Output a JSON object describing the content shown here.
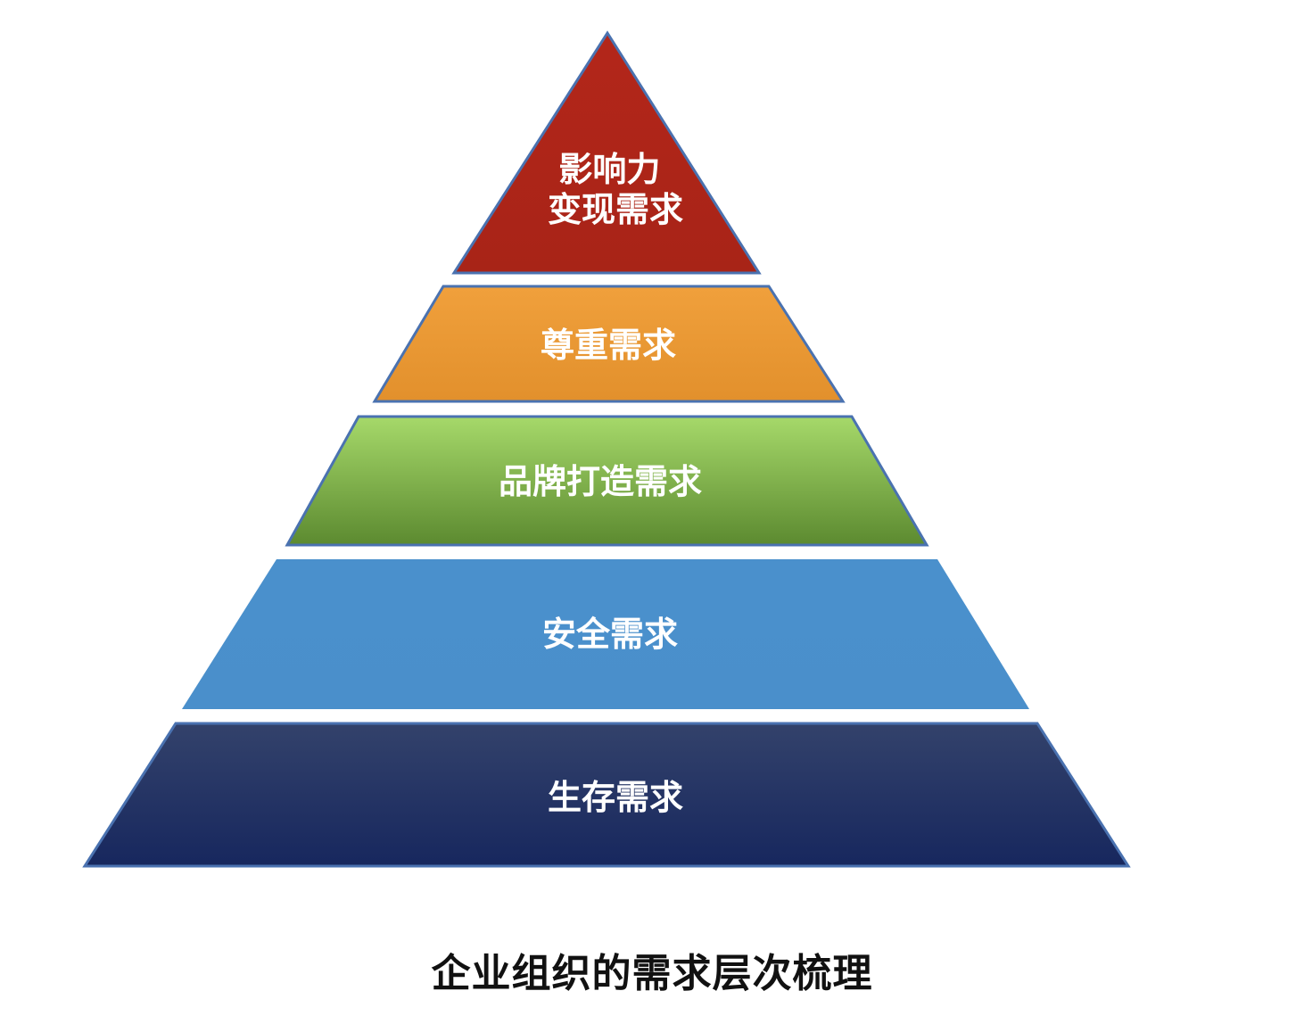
{
  "diagram": {
    "type": "pyramid",
    "layers": [
      {
        "label_lines": [
          "影响力",
          "变现需求"
        ],
        "color_top": "#b3261a",
        "color_bottom": "#a82417"
      },
      {
        "label_lines": [
          "尊重需求"
        ],
        "color_top": "#f0a03c",
        "color_bottom": "#e2902c"
      },
      {
        "label_lines": [
          "品牌打造需求"
        ],
        "color_top": "#a6d96a",
        "color_bottom": "#5c8a30"
      },
      {
        "label_lines": [
          "安全需求"
        ],
        "color_top": "#4a90cc",
        "color_bottom": "#4a8fcb"
      },
      {
        "label_lines": [
          "生存需求"
        ],
        "color_top": "#33426b",
        "color_bottom": "#17275e"
      }
    ],
    "outline_color": "#4a72b0"
  },
  "caption": "企业组织的需求层次梳理"
}
